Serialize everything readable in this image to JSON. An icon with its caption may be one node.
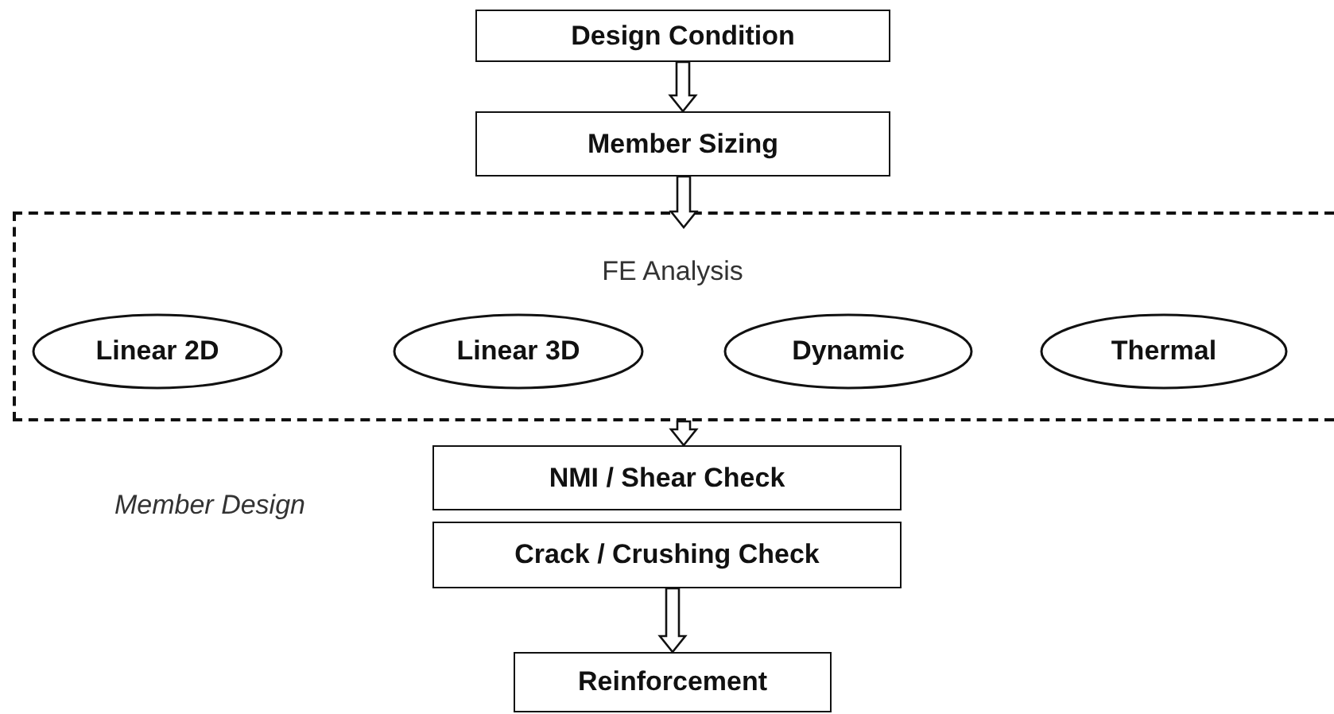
{
  "diagram": {
    "nodes": [
      {
        "text": [
          "Design Condition"
        ]
      },
      {
        "text": [
          "Member Sizing"
        ]
      },
      {
        "text": [
          "FE Analysis"
        ]
      },
      {
        "text": [
          "Linear 2D"
        ],
        "in": 2
      },
      {
        "text": [
          "Linear 3D"
        ],
        "in": 2
      },
      {
        "text": [
          "Dynamic"
        ],
        "in": 2
      },
      {
        "text": [
          "Thermal"
        ],
        "in": 2
      },
      {
        "text": [
          "NMI / Shear Check"
        ]
      },
      {
        "text": [
          "Crack / Crushing Check"
        ]
      },
      {
        "text": [
          "Reinforcement"
        ]
      }
    ],
    "edges": [
      {
        "from": 0,
        "to": 1,
        "arrow": "to"
      },
      {
        "from": 1,
        "to": 2,
        "arrow": "to"
      },
      {
        "from": 2,
        "to": 7,
        "arrow": "to"
      },
      {
        "from": 8,
        "to": 9,
        "arrow": "to"
      }
    ],
    "labels": [
      "Member Design"
    ]
  }
}
